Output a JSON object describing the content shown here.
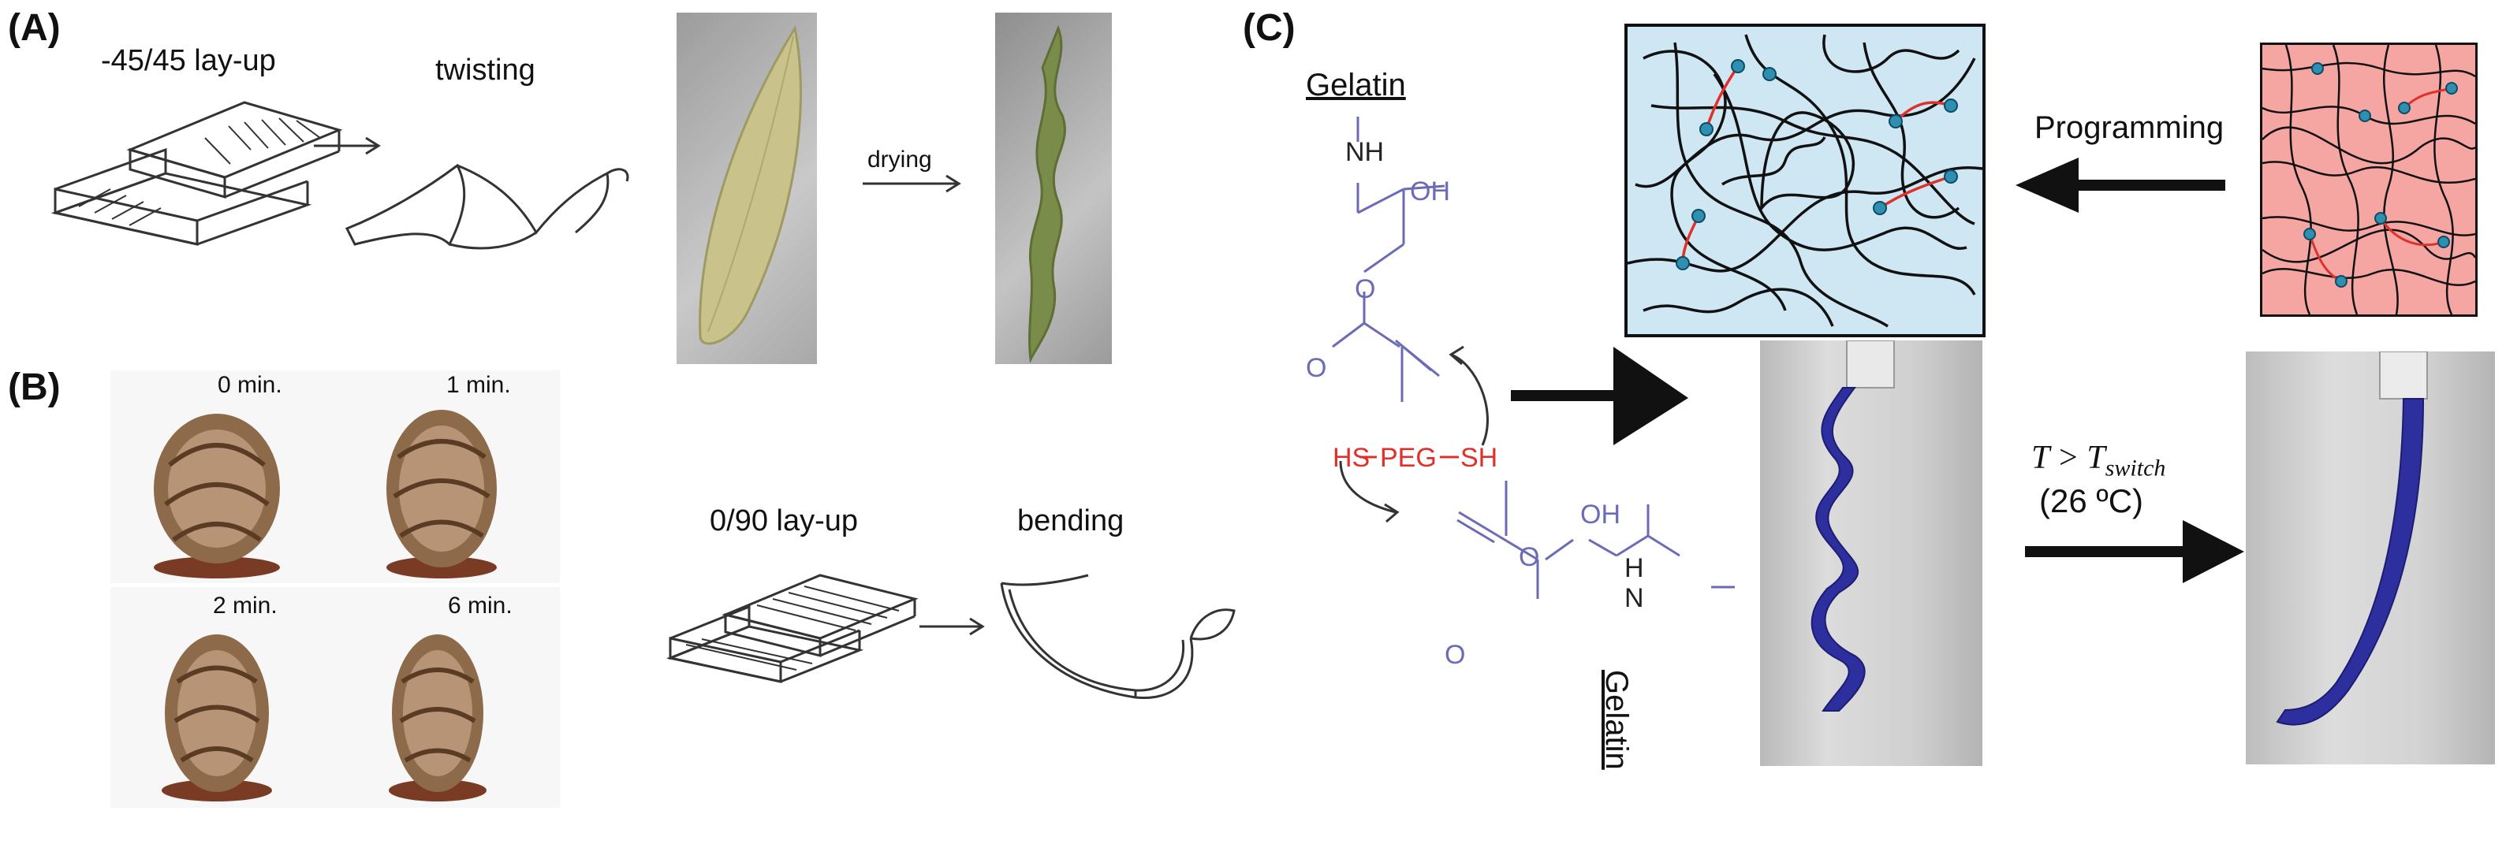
{
  "panel_a": {
    "label": "(A)",
    "layup_twist": "-45/45 lay-up",
    "twisting": "twisting",
    "drying": "drying",
    "layup_bend": "0/90 lay-up",
    "bending": "bending"
  },
  "panel_b": {
    "label": "(B)",
    "times": [
      "0 min.",
      "1 min.",
      "2 min.",
      "6 min."
    ]
  },
  "panel_c": {
    "label": "(C)",
    "gelatin_top": "Gelatin",
    "nh": "NH",
    "oh_top": "OH",
    "hs": "HS",
    "peg": "PEG",
    "sh": "SH",
    "oh_bottom": "OH",
    "h": "H",
    "n": "N",
    "gelatin_bottom": "Gelatin",
    "programming": "Programming",
    "condition_t": "T",
    "condition_gt": ">",
    "condition_tswitch": "T",
    "condition_sub": "switch",
    "condition_temp": "(26 ºC)"
  },
  "colors": {
    "chem_blue": "#6b6bb8",
    "chem_red": "#e0302a",
    "network_blue_bg": "#cfe6f3",
    "network_pink_bg": "#f5a6a3",
    "crosslink_node": "#2f8fb0",
    "ribbon_blue": "#2e2f9e"
  }
}
